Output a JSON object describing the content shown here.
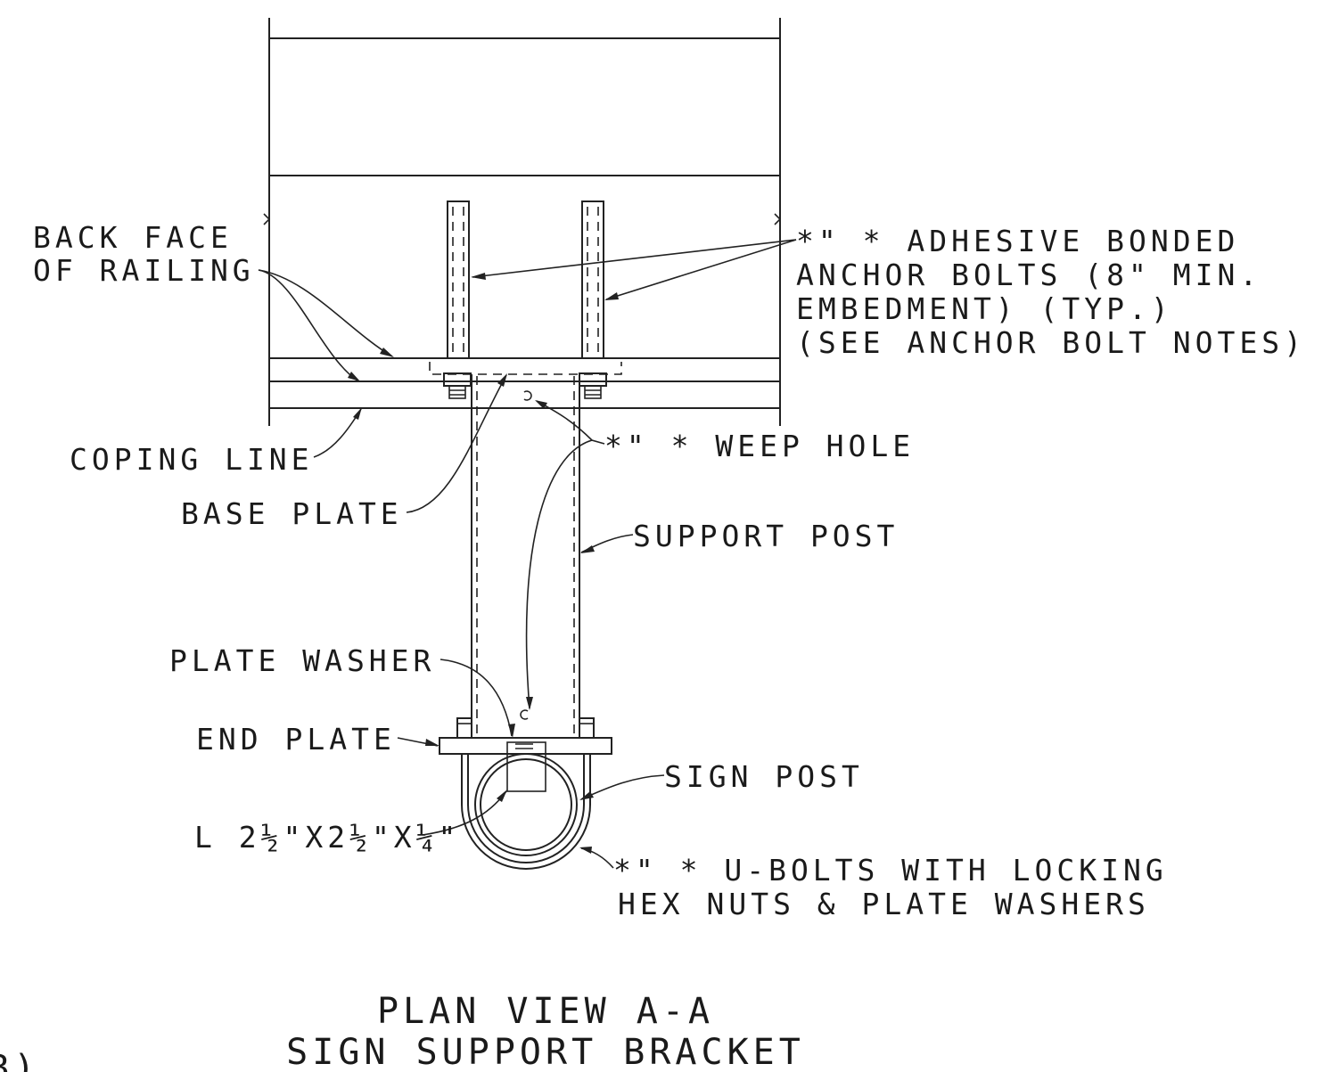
{
  "labels": {
    "back_face_line1": "BACK FACE",
    "back_face_line2": "OF RAILING",
    "anchor_line1": "*\"  * ADHESIVE BONDED",
    "anchor_line2": "ANCHOR BOLTS (8\" MIN.",
    "anchor_line3": "EMBEDMENT) (TYP.)",
    "anchor_line4": "(SEE ANCHOR BOLT NOTES)",
    "coping_line": "COPING LINE",
    "weep_hole": "*\"  * WEEP HOLE",
    "base_plate": "BASE PLATE",
    "support_post": "SUPPORT POST",
    "plate_washer": "PLATE WASHER",
    "end_plate": "END PLATE",
    "sign_post": "SIGN POST",
    "angle": "L 2½\"X2½\"X¼\"",
    "ubolts_line1": "*\"  * U-BOLTS WITH LOCKING",
    "ubolts_line2": "HEX NUTS & PLATE WASHERS"
  },
  "title": {
    "line1": "PLAN VIEW A-A",
    "line2": "SIGN SUPPORT BRACKET"
  },
  "edge_fragment": "B)"
}
